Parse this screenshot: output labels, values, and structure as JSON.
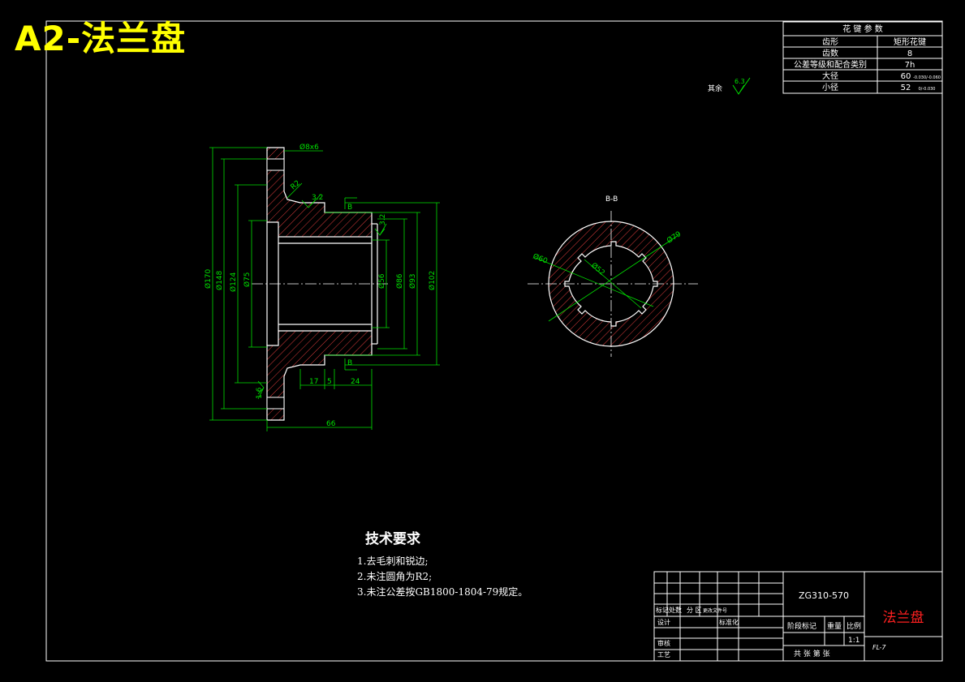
{
  "sheet_title": "A2-法兰盘",
  "spline_table": {
    "header": "花 键 参 数",
    "rows": [
      {
        "label": "齿形",
        "value": "矩形花键"
      },
      {
        "label": "齿数",
        "value": "8"
      },
      {
        "label": "公差等级和配合类别",
        "value": "7h"
      },
      {
        "label": "大径",
        "value": "60",
        "tol": "-0.030/-0.060"
      },
      {
        "label": "小径",
        "value": "52",
        "tol": "0/-0.030"
      }
    ]
  },
  "roughness_note": {
    "text": "其余",
    "value": "6.3"
  },
  "left_view": {
    "dims": {
      "d170": "Ø170",
      "d148": "Ø148",
      "d124": "Ø124",
      "d75": "Ø75",
      "d56": "Ø56",
      "d86": "Ø86",
      "d93": "Ø93",
      "d102": "Ø102",
      "holes": "Ø8x6",
      "r2": "R2",
      "rough1": "3.2",
      "rough2": "3.2",
      "rough3": "1.6",
      "w17": "17",
      "w5": "5",
      "w24": "24",
      "w66": "66",
      "b1": "B",
      "b2": "B"
    }
  },
  "section_view": {
    "label": "B-B",
    "d79": "Ø79",
    "d60": "Ø60",
    "d52": "Ø52"
  },
  "tech_requirements": {
    "title": "技术要求",
    "items": [
      "1.去毛刺和锐边;",
      "2.未注圆角为R2;",
      "3.未注公差按GB1800-1804-79规定。"
    ]
  },
  "title_block": {
    "drawing_no": "ZG310-570",
    "part_name": "法兰盘",
    "labels": {
      "revision": "标记",
      "count": "处数",
      "zone": "分 区",
      "change_doc": "更改文件号",
      "design": "设计",
      "standardize": "标准化",
      "review": "审核",
      "process": "工艺",
      "stage": "阶段标记",
      "weight": "重量",
      "scale": "比例",
      "scale_value": "1:1",
      "sheets": "共 张  第 张"
    },
    "code": "FL-7"
  }
}
